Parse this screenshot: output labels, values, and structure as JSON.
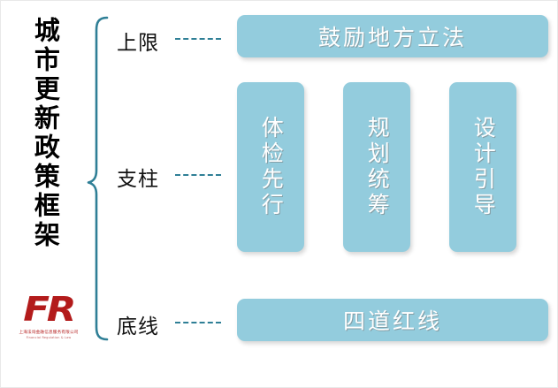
{
  "title": {
    "vertical_text": "城市更新政策框架"
  },
  "logo": {
    "mark": "FR",
    "company_cn": "上海法询金融信息服务有限公司",
    "company_en": "Financial Regulation & Law"
  },
  "colors": {
    "box_fill": "#93ccdd",
    "brace": "#2f7f96",
    "dash": "#2f7f96",
    "box_text": "#ffffff",
    "title_text": "#000000",
    "logo_red": "#b31b1b",
    "background": "#ffffff"
  },
  "brace": {
    "name": "large-curly-brace",
    "orientation": "left-facing"
  },
  "tiers": [
    {
      "label": "上限",
      "name": "upper-limit"
    },
    {
      "label": "支柱",
      "name": "pillars"
    },
    {
      "label": "底线",
      "name": "bottom-line"
    }
  ],
  "boxes": {
    "top": {
      "label": "鼓励地方立法",
      "orientation": "horizontal"
    },
    "bottom": {
      "label": "四道红线",
      "orientation": "horizontal"
    },
    "pillars": [
      {
        "label": "体检先行",
        "orientation": "vertical"
      },
      {
        "label": "规划统筹",
        "orientation": "vertical"
      },
      {
        "label": "设计引导",
        "orientation": "vertical"
      }
    ]
  }
}
